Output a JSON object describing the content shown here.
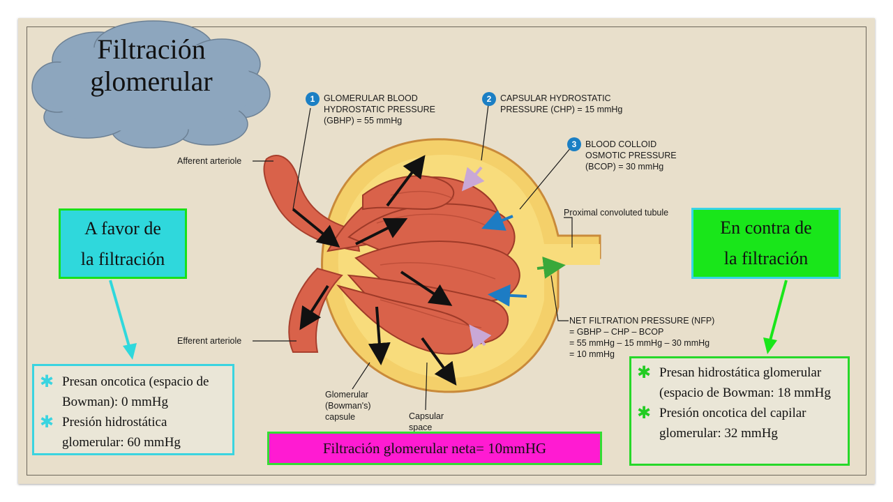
{
  "title": [
    "Filtración",
    "glomerular"
  ],
  "diagram_labels": {
    "p1": {
      "number": "1",
      "lines": [
        "GLOMERULAR BLOOD",
        "HYDROSTATIC PRESSURE",
        "(GBHP) = 55 mmHg"
      ]
    },
    "p2": {
      "number": "2",
      "lines": [
        "CAPSULAR HYDROSTATIC",
        "PRESSURE (CHP) = 15 mmHg"
      ]
    },
    "p3": {
      "number": "3",
      "lines": [
        "BLOOD COLLOID",
        "OSMOTIC PRESSURE",
        "(BCOP) = 30 mmHg"
      ]
    },
    "afferent": "Afferent arteriole",
    "efferent": "Efferent arteriole",
    "proximal": "Proximal convoluted tubule",
    "nfp": [
      "NET FILTRATION PRESSURE (NFP)",
      "= GBHP – CHP – BCOP",
      "= 55 mmHg – 15 mmHg – 30 mmHg",
      "= 10 mmHg"
    ],
    "capsule": [
      "Glomerular",
      "(Bowman's)",
      "capsule"
    ],
    "space": [
      "Capsular",
      "space"
    ]
  },
  "left_callout": [
    "A  favor  de",
    "la filtración"
  ],
  "right_callout": [
    "En contra de",
    "la filtración"
  ],
  "left_items": [
    "Presan oncotica (espacio de Bowman): 0 mmHg",
    "Presión hidrostática glomerular: 60 mmHg"
  ],
  "right_items": [
    "Presan hidrostática glomerular (espacio de Bowman: 18 mmHg",
    "Presión oncotica del capilar glomerular: 32 mmHg"
  ],
  "net_filtration": "Filtración glomerular neta= 10mmHG",
  "star_glyph": "✱",
  "colors": {
    "cloud": "#8da6be",
    "cyan": "#2fd8dc",
    "green": "#19e61a",
    "magenta": "#ff1bd2",
    "vessel": "#d9624a",
    "capsule": "#f2c75a",
    "arrow_blue": "#1d7cc4",
    "arrow_pink": "#c9a8d6",
    "arrow_green": "#3aa83a"
  }
}
